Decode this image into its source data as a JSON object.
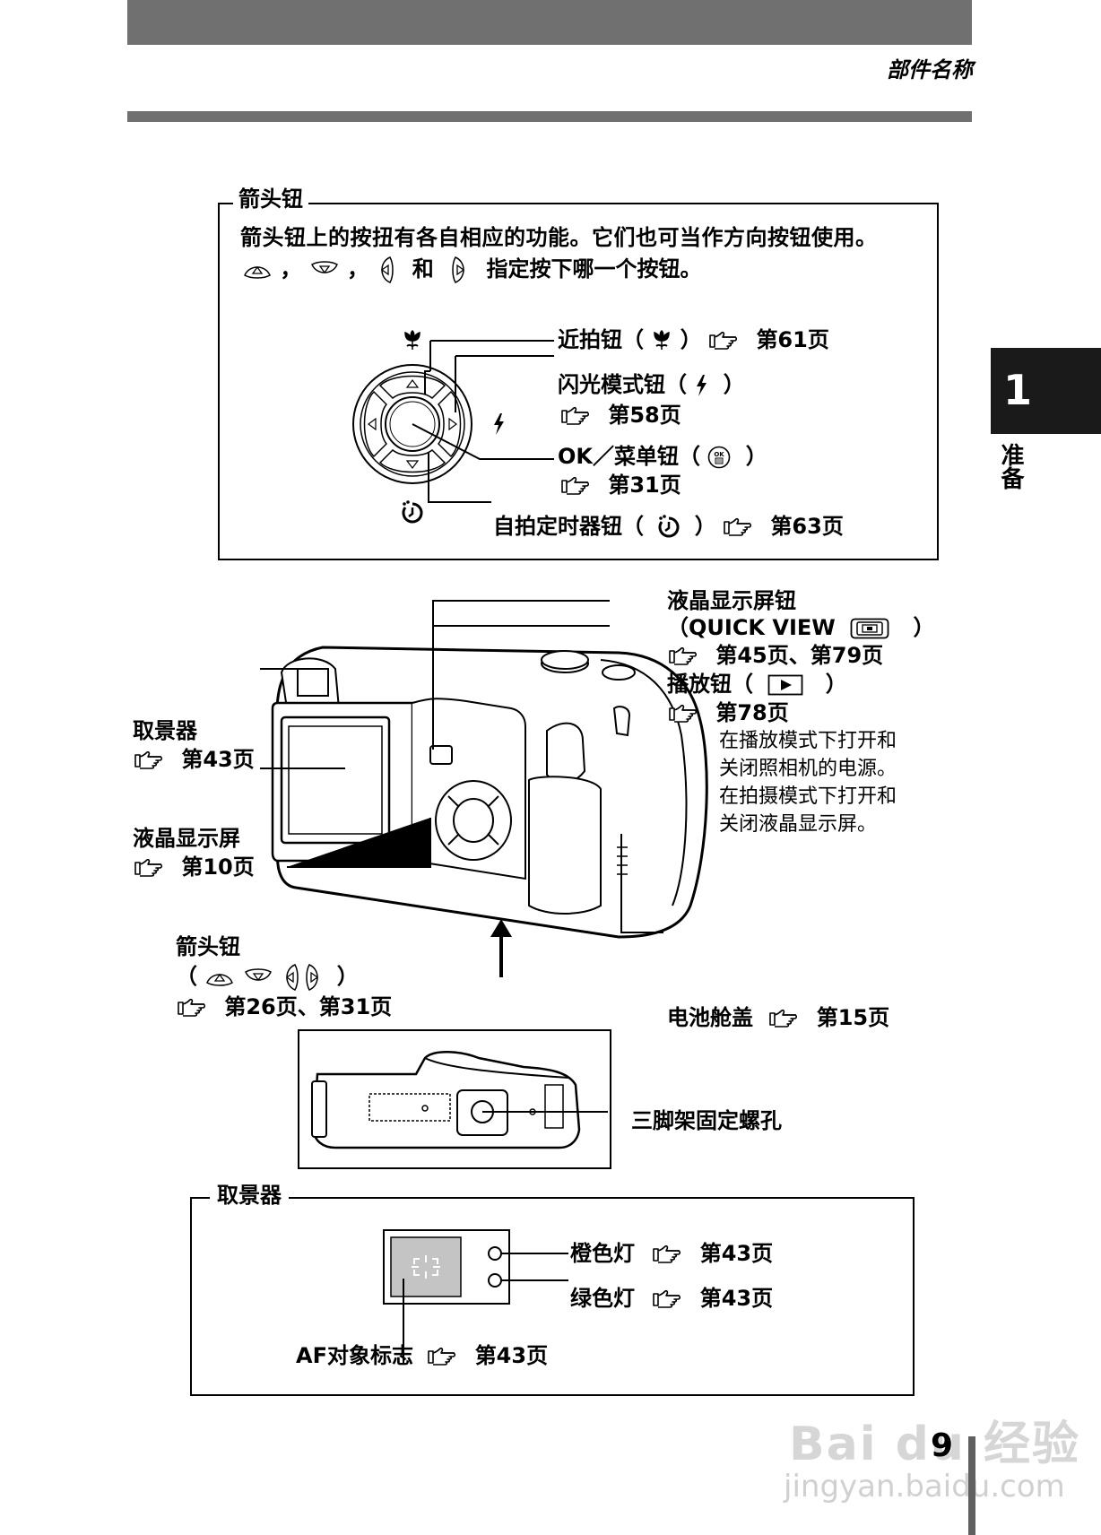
{
  "header": {
    "section_title": "部件名称"
  },
  "side_tab": {
    "chapter_number": "1",
    "chapter_label": "准备"
  },
  "arrow_pad_box": {
    "title": "箭头钮",
    "description_line1": "箭头钮上的按扭有各自相应的功能。它们也可当作方向按钮使用。",
    "description_and": "和",
    "description_tail": "指定按下哪一个按钮。",
    "comma": "，",
    "callouts": {
      "macro": {
        "label": "近拍钮（",
        "close": "）",
        "page": "第61页"
      },
      "flash": {
        "label": "闪光模式钮（",
        "close": "）",
        "page": "第58页"
      },
      "ok": {
        "label": "OK／菜单钮（",
        "close": "）",
        "page": "第31页"
      },
      "timer": {
        "label": "自拍定时器钮（",
        "close": "）",
        "page": "第63页"
      }
    }
  },
  "camera_labels": {
    "lcd_button": {
      "line1": "液晶显示屏钮",
      "line2_open": "（QUICK VIEW",
      "line2_close": "）",
      "page": "第45页、第79页"
    },
    "play_button": {
      "label": "播放钮（",
      "close": "）",
      "page": "第78页",
      "notes": [
        "在播放模式下打开和",
        "关闭照相机的电源。",
        "在拍摄模式下打开和",
        "关闭液晶显示屏。"
      ]
    },
    "viewfinder": {
      "label": "取景器",
      "page": "第43页"
    },
    "lcd": {
      "label": "液晶显示屏",
      "page": "第10页"
    },
    "arrow_pad": {
      "label": "箭头钮",
      "paren_open": "（",
      "paren_close": "）",
      "page": "第26页、第31页"
    },
    "battery_cover": {
      "label": "电池舱盖",
      "page": "第15页"
    },
    "tripod": {
      "label": "三脚架固定螺孔"
    }
  },
  "viewfinder_box": {
    "title": "取景器",
    "orange_lamp": {
      "label": "橙色灯",
      "page": "第43页"
    },
    "green_lamp": {
      "label": "绿色灯",
      "page": "第43页"
    },
    "af_mark": {
      "label": "AF对象标志",
      "page": "第43页"
    }
  },
  "page_number": "9",
  "watermark": {
    "brand": "Bai du 经验",
    "url": "jingyan.baidu.com"
  },
  "icons": [
    "macro-icon",
    "flash-icon",
    "ok-menu-icon",
    "self-timer-icon",
    "reference-hand-icon",
    "quick-view-icon",
    "play-icon",
    "arrow-up-icon",
    "arrow-down-icon",
    "arrow-left-icon",
    "arrow-right-icon"
  ],
  "colors": {
    "header_bar": "#707070",
    "side_tab": "#1a1a1a",
    "af_area": "#c4c4c4"
  }
}
